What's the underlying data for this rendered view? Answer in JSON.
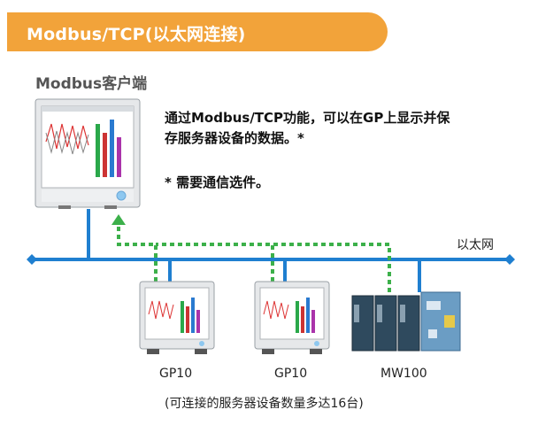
{
  "header": {
    "title": "Modbus/TCP(以太网连接)"
  },
  "client": {
    "label": "Modbus客户端"
  },
  "description": {
    "line1": "通过Modbus/TCP功能，可以在GP上显示并保",
    "line2": "存服务器设备的数据。*",
    "note": "* 需要通信选件。"
  },
  "network": {
    "label": "以太网"
  },
  "servers": [
    {
      "label": "GP10"
    },
    {
      "label": "GP10"
    },
    {
      "label": "MW100"
    }
  ],
  "footnote": "(可连接的服务器设备数量多达16台)",
  "colors": {
    "title_bar": "#f2a33a",
    "network_line": "#1f7fd0",
    "data_path": "#3cb04a"
  }
}
